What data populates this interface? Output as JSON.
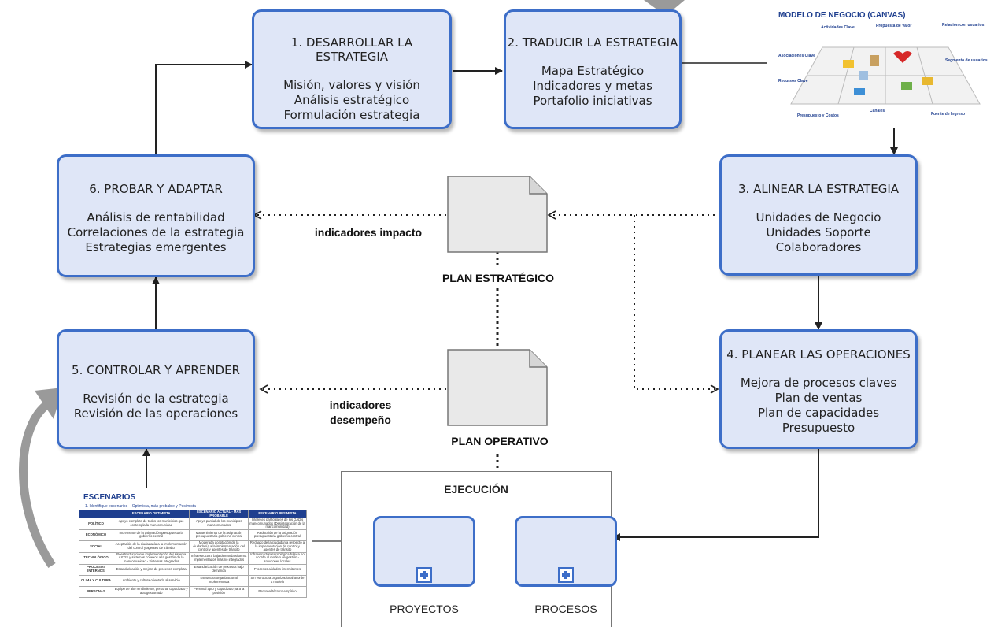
{
  "steps": [
    {
      "title": "1. DESARROLLAR LA ESTRATEGIA",
      "lines": [
        "Misión, valores y visión",
        "Análisis estratégico",
        "Formulación estrategia"
      ]
    },
    {
      "title": "2. TRADUCIR LA ESTRATEGIA",
      "lines": [
        "Mapa Estratégico",
        "Indicadores y metas",
        "Portafolio iniciativas"
      ]
    },
    {
      "title": "3. ALINEAR LA ESTRATEGIA",
      "lines": [
        "Unidades de Negocio",
        "Unidades Soporte",
        "Colaboradores"
      ]
    },
    {
      "title": "4. PLANEAR LAS OPERACIONES",
      "lines": [
        "Mejora de procesos claves",
        "Plan de ventas",
        "Plan de capacidades",
        "Presupuesto"
      ]
    },
    {
      "title": "5. CONTROLAR Y APRENDER",
      "lines": [
        "Revisión de la estrategia",
        "Revisión de las operaciones"
      ]
    },
    {
      "title": "6. PROBAR Y ADAPTAR",
      "lines": [
        "Análisis de rentabilidad",
        "Correlaciones de la estrategia",
        "Estrategias emergentes"
      ]
    }
  ],
  "documents": {
    "plan_estrategico": "PLAN ESTRATÉGICO",
    "plan_operativo": "PLAN OPERATIVO"
  },
  "flows": {
    "indicadores_impacto": "indicadores impacto",
    "indicadores_desempeno_1": "indicadores",
    "indicadores_desempeno_2": "desempeño"
  },
  "ejecucion": {
    "title": "EJECUCIÓN",
    "proyectos": "PROYECTOS",
    "procesos": "PROCESOS"
  },
  "canvas": {
    "title": "MODELO DE NEGOCIO (CANVAS)",
    "sections": {
      "actividades": "Actividades Clave",
      "propuesta": "Propuesta de Valor",
      "relacion": "Relación con usuarios",
      "asociaciones": "Asociaciones Clave",
      "segmento": "Segmento de usuarios",
      "recursos": "Recursos Clave",
      "canales": "Canales",
      "presupuesto": "Presupuesto y Costos",
      "fuente": "Fuente de Ingreso"
    }
  },
  "escenarios": {
    "title": "ESCENARIOS",
    "subtitle": "1.  Identifique escenarios – Optimista, más probable y Pesimista",
    "headers": [
      "",
      "ESCENARIO OPTIMISTA",
      "ESCENARIO ACTUAL - MÁS PROBABLE",
      "ESCENARIO PESIMISTA"
    ],
    "rows": [
      {
        "label": "POLÍTICO",
        "cells": [
          "Apoyo completo de todos los municipios que contempla la mancomunidad",
          "Apoyo parcial de los municipios mancomunados",
          "Intereses particulares de los GAD's mancomunados (Desintegración de la mancomunidad)"
        ]
      },
      {
        "label": "ECONÓMICO",
        "cells": [
          "Incremento de la asignación presupuestaria gobierno central",
          "Mantenimiento de la asignación presupuestaria gobierno central",
          "Reducción de la asignación presupuestaria gobierno central"
        ]
      },
      {
        "label": "SOCIAL",
        "cells": [
          "Aceptación de la ciudadanía a la implementación del control y agentes de tránsito",
          "Moderada aceptación de la ciudadanía a la implementación del control y agentes de tránsito",
          "Rechazo de la ciudadanía respecto a la implementación de control y agentes de tránsito"
        ]
      },
      {
        "label": "TECNOLÓGICO",
        "cells": [
          "Reestructuración e implementación del sistema AXXIS y sistemas conexos a la gestión de la mancomunidad - Sistemas integrados",
          "Infraestructura baja demanda sistema implementados más no integrados",
          "Infraestructura tecnológica básica no acorde al modelo de gestión - soluciones locales"
        ]
      },
      {
        "label": "PROCESOS INTERNOS",
        "cells": [
          "Estandarización y mejora de procesos completa",
          "Estandarización de procesos bajo demanda",
          "Procesos aislados intermitentes"
        ]
      },
      {
        "label": "CLIMA Y CULTURA",
        "cells": [
          "Ambiente y cultura orientada al servicio",
          "Estructura organizacional implementada",
          "Sin estructura organizacional acorde a modelo"
        ]
      },
      {
        "label": "PERSONAS",
        "cells": [
          "Equipo de alto rendimiento, personal capacitado y autogestionado",
          "Personal apto y capacitado para la posición",
          "Personal técnico empírico"
        ]
      }
    ]
  },
  "colors": {
    "box_fill": "#dfe6f7",
    "box_border": "#3d6ec8",
    "arrow": "#222222",
    "return_arrow": "#9a9a9a"
  }
}
